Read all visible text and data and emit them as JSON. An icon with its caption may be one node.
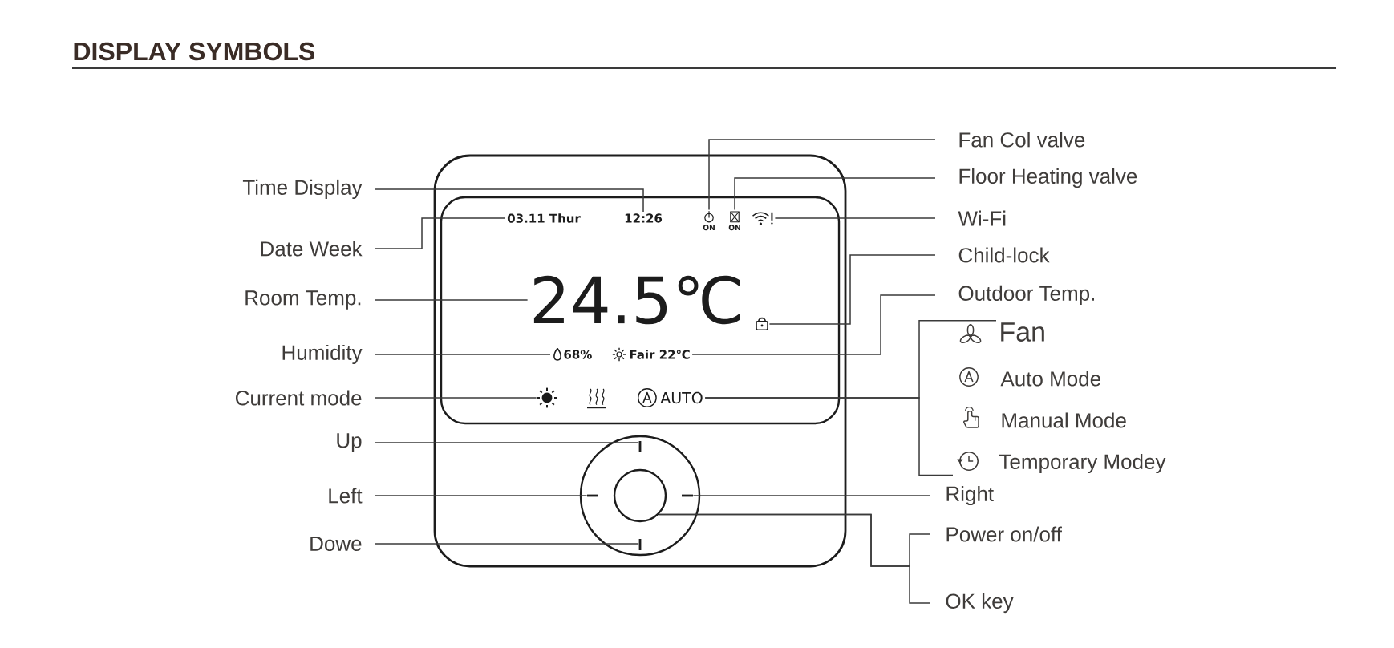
{
  "diagram": {
    "title": "DISPLAY SYMBOLS",
    "nodes": [
      {
        "text": [],
        "shape": "box"
      },
      {
        "text": [],
        "shape": "box",
        "in": 0
      },
      {
        "text": [
          "03.11 Thur"
        ],
        "in": 1
      },
      {
        "text": [
          "12:26"
        ],
        "in": 1
      },
      {
        "text": [
          "ON"
        ],
        "in": 1
      },
      {
        "text": [
          "ON"
        ],
        "in": 1
      },
      {
        "text": [],
        "shape": "picture",
        "in": 1
      },
      {
        "text": [
          "24.5℃"
        ],
        "in": 1
      },
      {
        "text": [],
        "shape": "picture",
        "in": 1
      },
      {
        "text": [
          "68%"
        ],
        "in": 1
      },
      {
        "text": [
          "Fair 22℃"
        ],
        "in": 1
      },
      {
        "text": [],
        "shape": "picture",
        "in": 1
      },
      {
        "text": [
          "AUTO"
        ],
        "in": 1
      },
      {
        "text": [],
        "shape": "circle",
        "in": 0
      },
      {
        "text": [],
        "shape": "bar",
        "in": 13
      },
      {
        "text": [],
        "shape": "bar",
        "in": 13
      },
      {
        "text": [],
        "shape": "circle",
        "in": 13
      },
      {
        "text": [],
        "shape": "bar",
        "in": 13
      },
      {
        "text": [],
        "shape": "bar",
        "in": 13
      },
      {
        "text": [
          "Time Display"
        ]
      },
      {
        "text": [
          "Date Week"
        ]
      },
      {
        "text": [
          "Room Temp."
        ]
      },
      {
        "text": [
          "Humidity"
        ]
      },
      {
        "text": [
          "Current mode"
        ]
      },
      {
        "text": [
          "Up"
        ]
      },
      {
        "text": [
          "Left"
        ]
      },
      {
        "text": [
          "Dowe"
        ]
      },
      {
        "text": [
          "Fan Col valve"
        ]
      },
      {
        "text": [
          "Floor Heating valve"
        ]
      },
      {
        "text": [
          "Wi-Fi"
        ]
      },
      {
        "text": [
          "Child-lock"
        ]
      },
      {
        "text": [
          "Outdoor Temp."
        ]
      },
      {
        "text": [
          "Fan"
        ]
      },
      {
        "text": [
          "Temporary Modey"
        ]
      },
      {
        "text": [
          "Right"
        ]
      },
      {
        "text": [
          "Power on/off"
        ]
      },
      {
        "text": [
          "OK key"
        ]
      }
    ],
    "edges": [
      {
        "from": 19,
        "to": 3,
        "arrow": "none"
      },
      {
        "from": 20,
        "to": 2,
        "arrow": "none"
      },
      {
        "from": 21,
        "to": 7,
        "arrow": "none"
      },
      {
        "from": 22,
        "to": 9,
        "arrow": "none"
      },
      {
        "from": 23,
        "to": 11,
        "arrow": "none"
      },
      {
        "from": 24,
        "to": 14,
        "arrow": "none"
      },
      {
        "from": 25,
        "to": 15,
        "arrow": "none"
      },
      {
        "from": 26,
        "to": 18,
        "arrow": "none"
      },
      {
        "from": 27,
        "to": 4,
        "arrow": "none"
      },
      {
        "from": 28,
        "to": 5,
        "arrow": "none"
      },
      {
        "from": 29,
        "to": 6,
        "arrow": "none"
      },
      {
        "from": 30,
        "to": 8,
        "arrow": "none"
      },
      {
        "from": 31,
        "to": 10,
        "arrow": "none"
      },
      {
        "from": 32,
        "to": 12,
        "arrow": "none"
      },
      {
        "from": 33,
        "to": 12,
        "arrow": "none"
      },
      {
        "from": 34,
        "to": 17,
        "arrow": "none"
      },
      {
        "from": 35,
        "to": 16,
        "arrow": "none"
      },
      {
        "from": 36,
        "to": 16,
        "arrow": "none"
      }
    ],
    "labels": [
      "Auto Mode",
      "Manual Mode"
    ]
  }
}
